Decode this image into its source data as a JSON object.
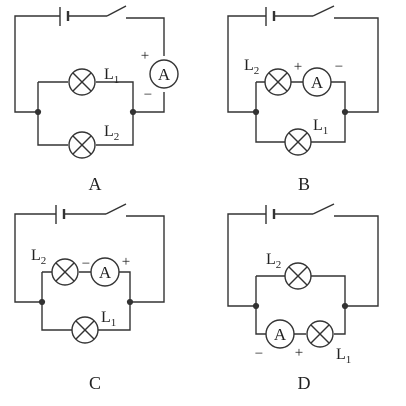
{
  "panels": [
    {
      "caption": "A",
      "labels": {
        "lamp_top": "L",
        "lamp_top_sub": "1",
        "lamp_bottom": "L",
        "lamp_bottom_sub": "2",
        "ammeter": "A",
        "plus": "+",
        "minus": "−"
      }
    },
    {
      "caption": "B",
      "labels": {
        "lamp_top": "L",
        "lamp_top_sub": "2",
        "lamp_bottom": "L",
        "lamp_bottom_sub": "1",
        "ammeter": "A",
        "plus": "+",
        "minus": "−"
      }
    },
    {
      "caption": "C",
      "labels": {
        "lamp_top": "L",
        "lamp_top_sub": "2",
        "lamp_bottom": "L",
        "lamp_bottom_sub": "1",
        "ammeter": "A",
        "plus": "+",
        "minus": "−"
      }
    },
    {
      "caption": "D",
      "labels": {
        "lamp_top": "L",
        "lamp_top_sub": "2",
        "lamp_bottom": "L",
        "lamp_bottom_sub": "1",
        "ammeter": "A",
        "plus": "+",
        "minus": "−"
      }
    }
  ]
}
